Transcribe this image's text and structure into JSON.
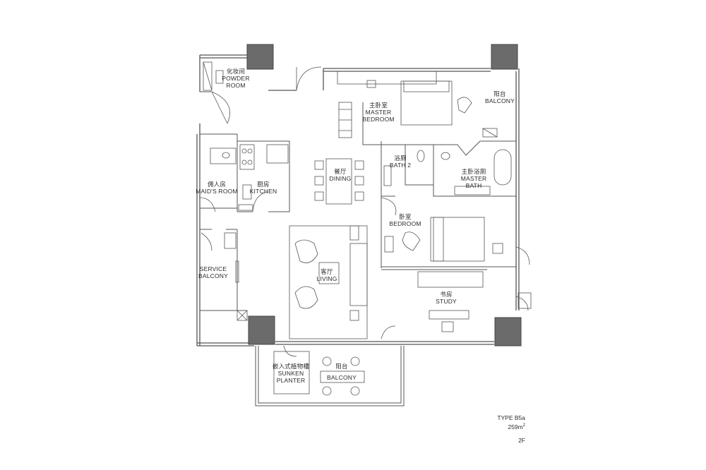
{
  "rooms": {
    "powder": {
      "cn": "化妆间",
      "en1": "POWDER",
      "en2": "ROOM"
    },
    "master": {
      "cn": "主卧室",
      "en1": "MASTER",
      "en2": "BEDROOM"
    },
    "balcony_top": {
      "cn": "阳台",
      "en": "BALCONY"
    },
    "bath2": {
      "cn": "浴厕",
      "en": "BATH 2"
    },
    "master_bath": {
      "cn": "主卧浴厕",
      "en1": "MASTER",
      "en2": "BATH"
    },
    "dining": {
      "cn": "餐厅",
      "en": "DINING"
    },
    "maid": {
      "cn": "佣人房",
      "en": "MAID'S ROOM"
    },
    "kitchen": {
      "cn": "厨房",
      "en": "KITCHEN"
    },
    "bedroom": {
      "cn": "卧室",
      "en": "BEDROOM"
    },
    "service": {
      "en1": "SERVICE",
      "en2": "BALCONY"
    },
    "living": {
      "cn": "客厅",
      "en": "LIVING"
    },
    "study": {
      "cn": "书房",
      "en": "STUDY"
    },
    "planter": {
      "cn": "嵌入式植物槽",
      "en1": "SUNKEN",
      "en2": "PLANTER"
    },
    "balcony_bottom": {
      "cn": "阳台",
      "en": "BALCONY"
    }
  },
  "info": {
    "type": "TYPE B5a",
    "area": "259m",
    "area_sup": "2",
    "floor": "2F"
  },
  "colors": {
    "line": "#555555",
    "column": "#6b6b6b"
  }
}
